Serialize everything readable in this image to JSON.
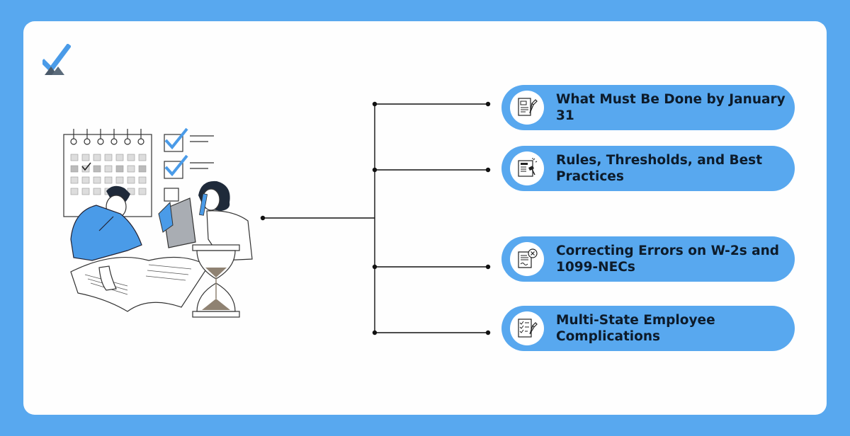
{
  "colors": {
    "background": "#58a8ef",
    "card": "#fefefe",
    "pill": "#58a8ef",
    "text": "#0d1b2a",
    "line": "#111111",
    "accent": "#4a9be8"
  },
  "items": [
    {
      "label": "What Must Be Done by January 31",
      "icon": "document-pen-icon"
    },
    {
      "label": "Rules, Thresholds, and Best Practices",
      "icon": "rules-document-icon"
    },
    {
      "label": "Correcting Errors on W-2s and 1099-NECs",
      "icon": "error-document-icon"
    },
    {
      "label": "Multi-State Employee Complications",
      "icon": "checklist-pen-icon"
    }
  ]
}
